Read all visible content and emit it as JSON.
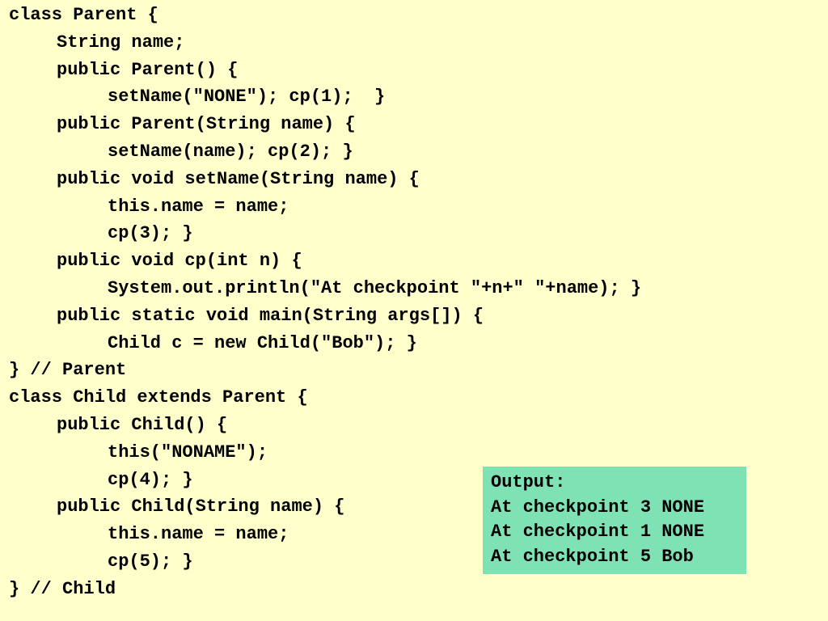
{
  "code": {
    "lines": [
      "class Parent {",
      "String name;",
      "public Parent() {",
      "setName(\"NONE\"); cp(1);  }",
      "public Parent(String name) {",
      "setName(name); cp(2); }",
      "public void setName(String name) {",
      "this.name = name;",
      "cp(3); }",
      "public void cp(int n) {",
      "System.out.println(\"At checkpoint \"+n+\" \"+name); }",
      "public static void main(String args[]) {",
      "Child c = new Child(\"Bob\"); }",
      "} // Parent",
      "class Child extends Parent {",
      "public Child() {",
      "this(\"NONAME\");",
      "cp(4); }",
      "public Child(String name) {",
      "this.name = name;",
      "cp(5); }",
      "} // Child"
    ]
  },
  "output": {
    "title": "Output:",
    "lines": [
      "At checkpoint 3 NONE",
      "At checkpoint 1 NONE",
      "At checkpoint 5 Bob"
    ]
  },
  "colors": {
    "background": "#ffffcc",
    "output_box": "#7fe2b4",
    "text": "#000000"
  }
}
